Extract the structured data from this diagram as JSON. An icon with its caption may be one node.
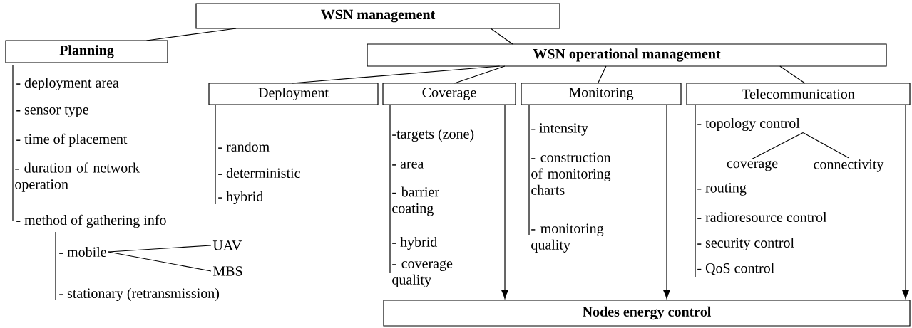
{
  "diagram": {
    "nodes": [
      {
        "text": [
          "WSN management"
        ]
      },
      {
        "text": [
          "Planning"
        ]
      },
      {
        "text": [
          "WSN operational management"
        ]
      },
      {
        "text": [
          "Deployment"
        ]
      },
      {
        "text": [
          "Coverage"
        ]
      },
      {
        "text": [
          "Monitoring"
        ]
      },
      {
        "text": [
          "Telecommunication"
        ]
      },
      {
        "text": [
          "Nodes energy control"
        ]
      },
      {
        "text": [
          "- mobile"
        ]
      },
      {
        "text": [
          "UAV"
        ]
      },
      {
        "text": [
          "MBS"
        ]
      },
      {
        "text": [
          "- topology control"
        ]
      },
      {
        "text": [
          "coverage"
        ]
      },
      {
        "text": [
          "connectivity"
        ]
      }
    ],
    "edges": [
      {
        "from": 0,
        "to": 1,
        "arrow": "none"
      },
      {
        "from": 0,
        "to": 2,
        "arrow": "none"
      },
      {
        "from": 2,
        "to": 3,
        "arrow": "none"
      },
      {
        "from": 2,
        "to": 4,
        "arrow": "none"
      },
      {
        "from": 2,
        "to": 5,
        "arrow": "none"
      },
      {
        "from": 2,
        "to": 6,
        "arrow": "none"
      },
      {
        "from": 4,
        "to": 7,
        "arrow": "to"
      },
      {
        "from": 5,
        "to": 7,
        "arrow": "to"
      },
      {
        "from": 6,
        "to": 7,
        "arrow": "to"
      },
      {
        "from": 8,
        "to": 9,
        "arrow": "none"
      },
      {
        "from": 8,
        "to": 10,
        "arrow": "none"
      },
      {
        "from": 11,
        "to": 12,
        "arrow": "none"
      },
      {
        "from": 11,
        "to": 13,
        "arrow": "none"
      }
    ],
    "labels": [
      "- deployment area",
      "- sensor type",
      "- time of placement",
      "- duration of network operation",
      "- method of gathering info",
      "- stationary (retransmission)",
      "- random",
      "- deterministic",
      "- hybrid",
      "-targets (zone)",
      "- area",
      "- barrier coating",
      "- hybrid",
      "- coverage quality",
      "- intensity",
      "- construction of monitoring charts",
      "- monitoring quality",
      "- routing",
      "- radioresource control",
      "- security control",
      "- QoS control"
    ]
  }
}
